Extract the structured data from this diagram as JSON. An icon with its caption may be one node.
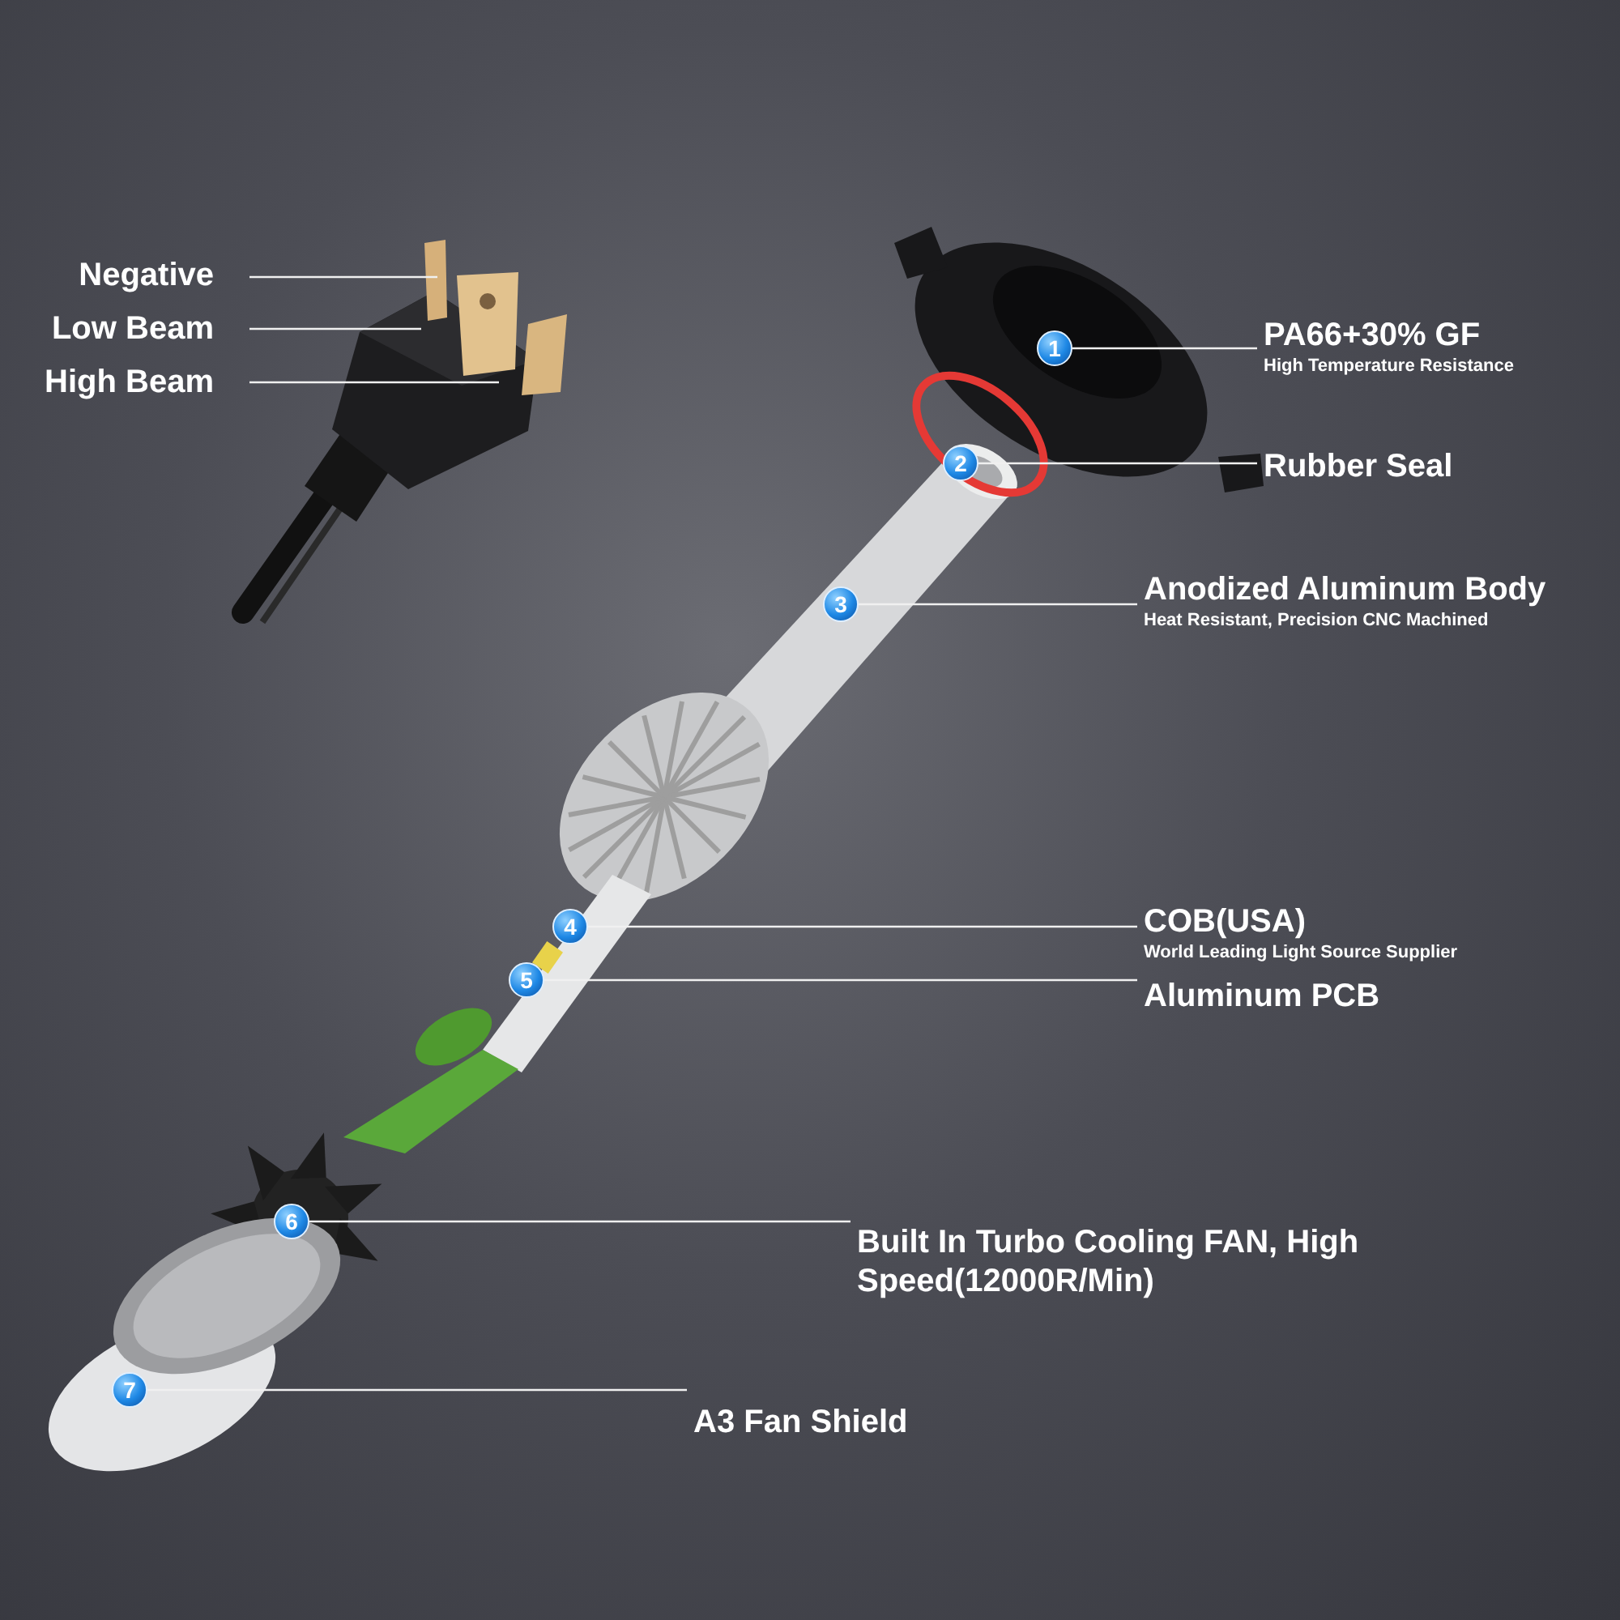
{
  "diagram": {
    "nodes": [
      {
        "text": [
          "Negative"
        ]
      },
      {
        "text": [
          "Low Beam"
        ]
      },
      {
        "text": [
          "High Beam"
        ]
      },
      {
        "text": [
          "1"
        ]
      },
      {
        "text": [
          "PA66+30% GF",
          "High Temperature Resistance"
        ]
      },
      {
        "text": [
          "2"
        ]
      },
      {
        "text": [
          "Rubber Seal"
        ]
      },
      {
        "text": [
          "3"
        ]
      },
      {
        "text": [
          "Anodized Aluminum Body",
          "Heat Resistant, Precision CNC Machined"
        ]
      },
      {
        "text": [
          "4"
        ]
      },
      {
        "text": [
          "COB(USA)",
          "World Leading Light Source Supplier"
        ]
      },
      {
        "text": [
          "5"
        ]
      },
      {
        "text": [
          "Aluminum PCB"
        ]
      },
      {
        "text": [
          "6"
        ]
      },
      {
        "text": [
          "Built In Turbo Cooling FAN, High Speed(12000R/Min)"
        ]
      },
      {
        "text": [
          "7"
        ]
      },
      {
        "text": [
          "A3 Fan Shield"
        ]
      }
    ],
    "edges": [
      {
        "from": 0,
        "to": null,
        "arrow": "none"
      },
      {
        "from": 1,
        "to": null,
        "arrow": "none"
      },
      {
        "from": 2,
        "to": null,
        "arrow": "none"
      },
      {
        "from": 4,
        "to": 3,
        "arrow": "none"
      },
      {
        "from": 6,
        "to": 5,
        "arrow": "none"
      },
      {
        "from": 8,
        "to": 7,
        "arrow": "none"
      },
      {
        "from": 10,
        "to": 9,
        "arrow": "none"
      },
      {
        "from": 12,
        "to": 11,
        "arrow": "none"
      },
      {
        "from": 14,
        "to": 13,
        "arrow": "none"
      },
      {
        "from": 16,
        "to": 15,
        "arrow": "none"
      }
    ]
  }
}
